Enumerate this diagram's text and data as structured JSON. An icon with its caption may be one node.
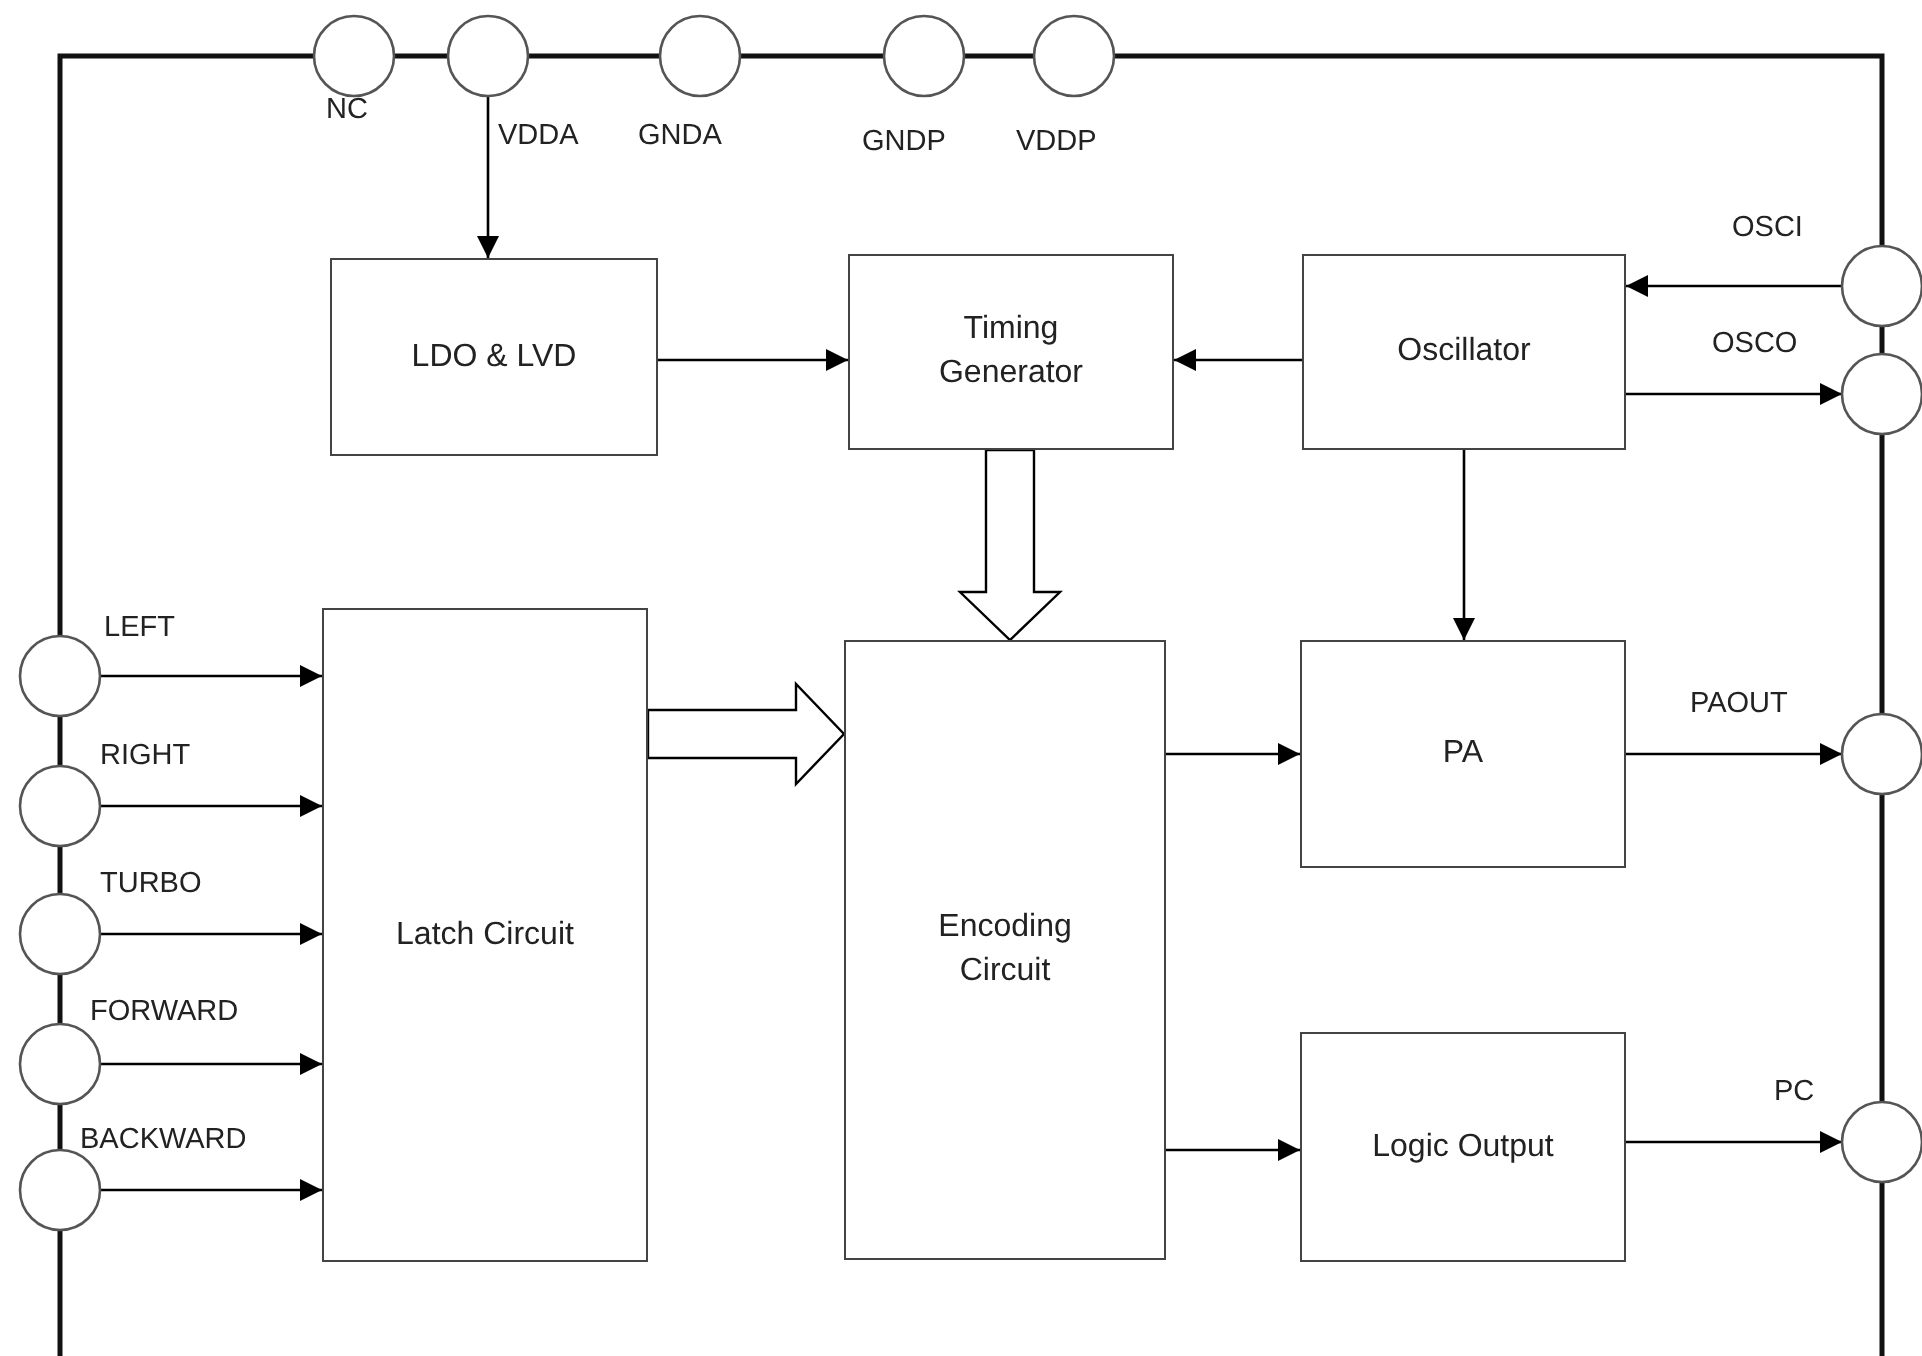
{
  "diagram": {
    "nodes": [
      {
        "text": [
          "NC"
        ]
      },
      {
        "text": [
          "VDDA"
        ]
      },
      {
        "text": [
          "GNDA"
        ]
      },
      {
        "text": [
          "GNDP"
        ]
      },
      {
        "text": [
          "VDDP"
        ]
      },
      {
        "text": [
          "OSCI"
        ]
      },
      {
        "text": [
          "OSCO"
        ]
      },
      {
        "text": [
          "LEFT"
        ]
      },
      {
        "text": [
          "RIGHT"
        ]
      },
      {
        "text": [
          "TURBO"
        ]
      },
      {
        "text": [
          "FORWARD"
        ]
      },
      {
        "text": [
          "BACKWARD"
        ]
      },
      {
        "text": [
          "PAOUT"
        ]
      },
      {
        "text": [
          "PC"
        ]
      },
      {
        "text": [
          "LDO & LVD"
        ]
      },
      {
        "text": [
          "Timing Generator"
        ]
      },
      {
        "text": [
          "Oscillator"
        ]
      },
      {
        "text": [
          "Latch Circuit"
        ]
      },
      {
        "text": [
          "Encoding Circuit"
        ]
      },
      {
        "text": [
          "PA"
        ]
      },
      {
        "text": [
          "Logic Output"
        ]
      }
    ],
    "edges": [
      {
        "from": 1,
        "to": 14,
        "arrow": "to"
      },
      {
        "from": 14,
        "to": 15,
        "arrow": "to"
      },
      {
        "from": 16,
        "to": 15,
        "arrow": "to"
      },
      {
        "from": 5,
        "to": 16,
        "arrow": "to"
      },
      {
        "from": 16,
        "to": 6,
        "arrow": "to"
      },
      {
        "from": 15,
        "to": 18,
        "arrow": "to",
        "style": "thick"
      },
      {
        "from": 16,
        "to": 19,
        "arrow": "to"
      },
      {
        "from": 7,
        "to": 17,
        "arrow": "to"
      },
      {
        "from": 8,
        "to": 17,
        "arrow": "to"
      },
      {
        "from": 9,
        "to": 17,
        "arrow": "to"
      },
      {
        "from": 10,
        "to": 17,
        "arrow": "to"
      },
      {
        "from": 11,
        "to": 17,
        "arrow": "to"
      },
      {
        "from": 17,
        "to": 18,
        "arrow": "to",
        "style": "thick"
      },
      {
        "from": 18,
        "to": 19,
        "arrow": "to"
      },
      {
        "from": 18,
        "to": 20,
        "arrow": "to"
      },
      {
        "from": 19,
        "to": 12,
        "arrow": "to"
      },
      {
        "from": 20,
        "to": 13,
        "arrow": "to"
      }
    ]
  }
}
